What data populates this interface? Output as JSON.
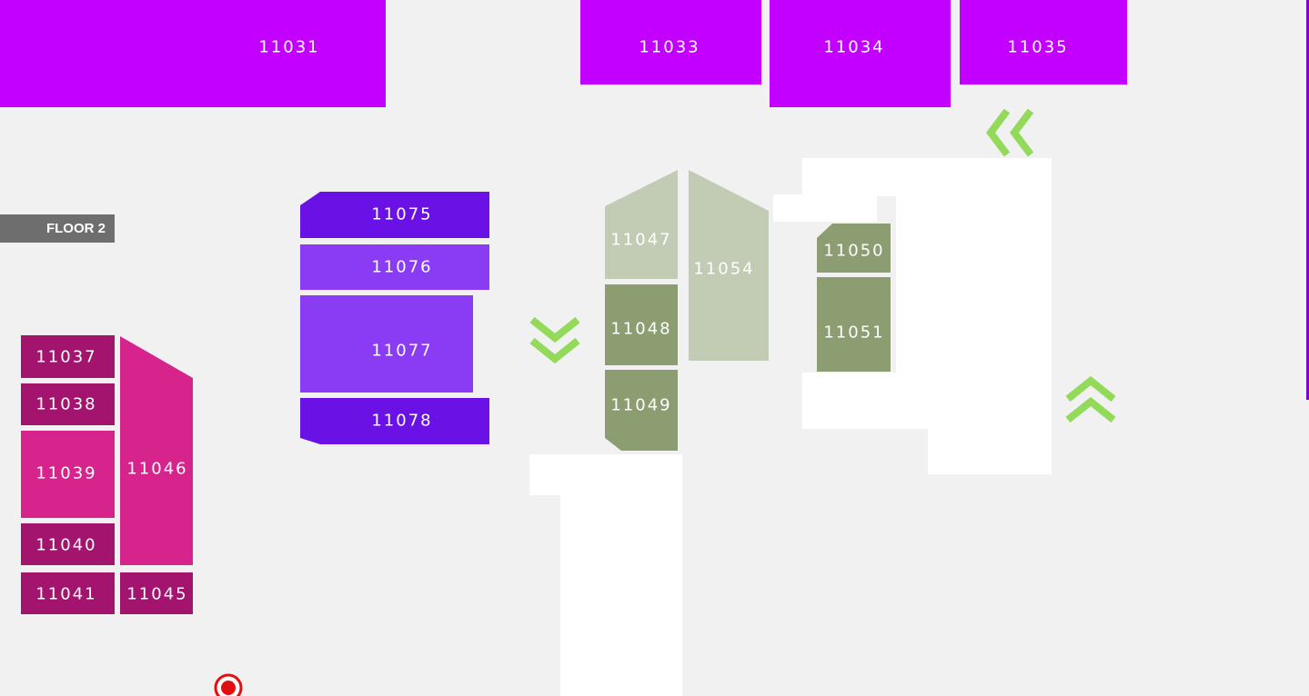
{
  "floor": {
    "label": "FLOOR 2"
  },
  "colors": {
    "background": "#f1f1f1",
    "blank_area": "#ffffff",
    "magenta": "#c300ff",
    "violet_dark": "#6a12e6",
    "violet_light": "#8a3cf5",
    "pink_dark": "#a3146e",
    "pink_bright": "#d7238c",
    "sage_light": "#c2ccb4",
    "sage_dark": "#8c9d72",
    "arrow_green": "#93d95a",
    "marker_red": "#e01010",
    "badge_gray": "#6e6e6e"
  },
  "booths": [
    {
      "id": "11031",
      "label": "11031",
      "color": "magenta"
    },
    {
      "id": "11033",
      "label": "11033",
      "color": "magenta"
    },
    {
      "id": "11034",
      "label": "11034",
      "color": "magenta"
    },
    {
      "id": "11035",
      "label": "11035",
      "color": "magenta"
    },
    {
      "id": "11075",
      "label": "11075",
      "color": "violet_dark"
    },
    {
      "id": "11076",
      "label": "11076",
      "color": "violet_light"
    },
    {
      "id": "11077",
      "label": "11077",
      "color": "violet_light"
    },
    {
      "id": "11078",
      "label": "11078",
      "color": "violet_dark"
    },
    {
      "id": "11037",
      "label": "11037",
      "color": "pink_dark"
    },
    {
      "id": "11038",
      "label": "11038",
      "color": "pink_dark"
    },
    {
      "id": "11039",
      "label": "11039",
      "color": "pink_bright"
    },
    {
      "id": "11040",
      "label": "11040",
      "color": "pink_dark"
    },
    {
      "id": "11041",
      "label": "11041",
      "color": "pink_dark"
    },
    {
      "id": "11045",
      "label": "11045",
      "color": "pink_dark"
    },
    {
      "id": "11046",
      "label": "11046",
      "color": "pink_bright"
    },
    {
      "id": "11047",
      "label": "11047",
      "color": "sage_light"
    },
    {
      "id": "11048",
      "label": "11048",
      "color": "sage_dark"
    },
    {
      "id": "11049",
      "label": "11049",
      "color": "sage_dark"
    },
    {
      "id": "11054",
      "label": "11054",
      "color": "sage_light"
    },
    {
      "id": "11050",
      "label": "11050",
      "color": "sage_dark"
    },
    {
      "id": "11051",
      "label": "11051",
      "color": "sage_dark"
    }
  ],
  "arrows": [
    {
      "id": "arrow-left-top",
      "direction": "left"
    },
    {
      "id": "arrow-down-center",
      "direction": "down"
    },
    {
      "id": "arrow-up-right",
      "direction": "up"
    }
  ],
  "marker": {
    "name": "location-marker-icon"
  }
}
